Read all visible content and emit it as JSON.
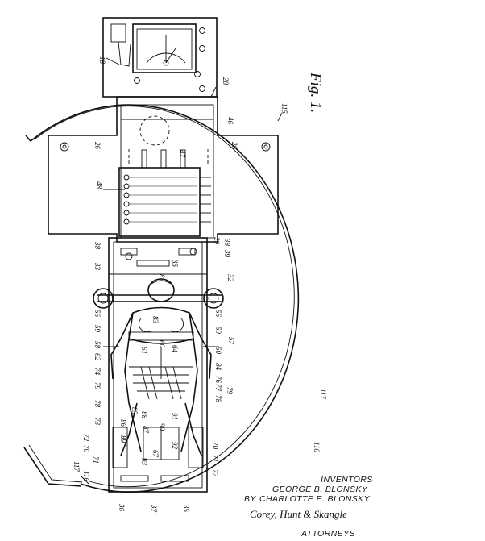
{
  "figure_label": "Fig. 1.",
  "ref_numerals": {
    "n18": "18",
    "n28": "28",
    "n115": "115",
    "n46": "46",
    "n26a": "26",
    "n26b": "26",
    "n47": "47",
    "n48": "48",
    "n38a": "38",
    "n33": "33",
    "n35a": "35",
    "n29": "29",
    "n39": "39",
    "n38b": "38",
    "n32": "32",
    "n82": "82",
    "n56a": "56",
    "n56b": "56",
    "n83": "83",
    "n57": "57",
    "n59a": "59",
    "n59b": "59",
    "n58": "58",
    "n50": "50",
    "n62": "62",
    "n61": "61",
    "n60": "60",
    "n84": "84",
    "n76": "76",
    "n74": "74",
    "n79a": "79",
    "n79b": "79",
    "n78a": "78",
    "n78b": "78",
    "n77": "77",
    "n85": "85",
    "n86": "86",
    "n88": "88",
    "n87": "87",
    "n73": "73",
    "n72a": "72",
    "n72b": "72",
    "n70a": "70",
    "n70b": "70",
    "n71a": "71",
    "n71b": "71",
    "n89": "89",
    "n90": "90",
    "n91": "91",
    "n92": "92",
    "n93": "93",
    "n67": "67",
    "n117a": "117",
    "n117b": "117",
    "n116a": "116",
    "n116b": "116",
    "n36": "36",
    "n37": "37",
    "n35b": "35",
    "n64": "64"
  },
  "caption": {
    "inventors_label": "INVENTORS",
    "inventor_1": "GEORGE B. BLONSKY",
    "inventor_2": "CHARLOTTE E. BLONSKY",
    "by_label": "BY",
    "signature": "Corey, Hunt & Skangle",
    "attorneys_label": "ATTORNEYS"
  }
}
